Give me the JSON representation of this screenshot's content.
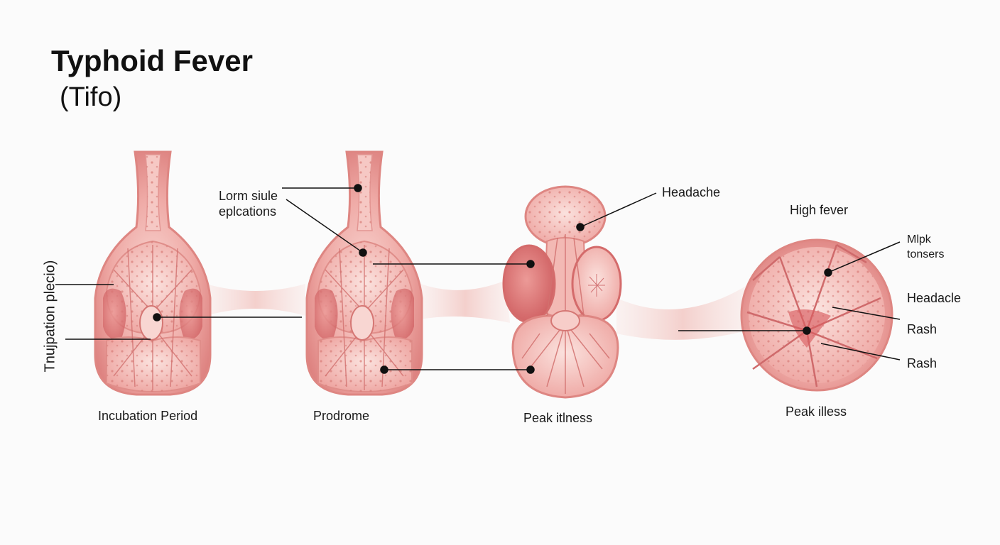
{
  "title": "Typhoid Fever",
  "subtitle": "(Tifo)",
  "vertical_label": "Tnujpation plecio)",
  "stages": [
    {
      "label": "Incubation Period"
    },
    {
      "label": "Prodrome"
    },
    {
      "label": "Peak itlness"
    },
    {
      "label": "Peak illess"
    }
  ],
  "callouts": {
    "prodrome_top_line1": "Lorm siule",
    "prodrome_top_line2": "eplcations",
    "peak1_headache": "Headache",
    "peak2_high_fever": "High fever",
    "peak2_mlpk": "Mlpk",
    "peak2_tonsers": "tonsers",
    "peak2_headache": "Headacle",
    "peak2_rash1": "Rash",
    "peak2_rash2": "Rash"
  },
  "colors": {
    "organ_fill": "#e99a98",
    "organ_light": "#f6c7c2",
    "organ_dark": "#d46b6b",
    "connector": "#f4d2cf",
    "line": "#111111"
  }
}
